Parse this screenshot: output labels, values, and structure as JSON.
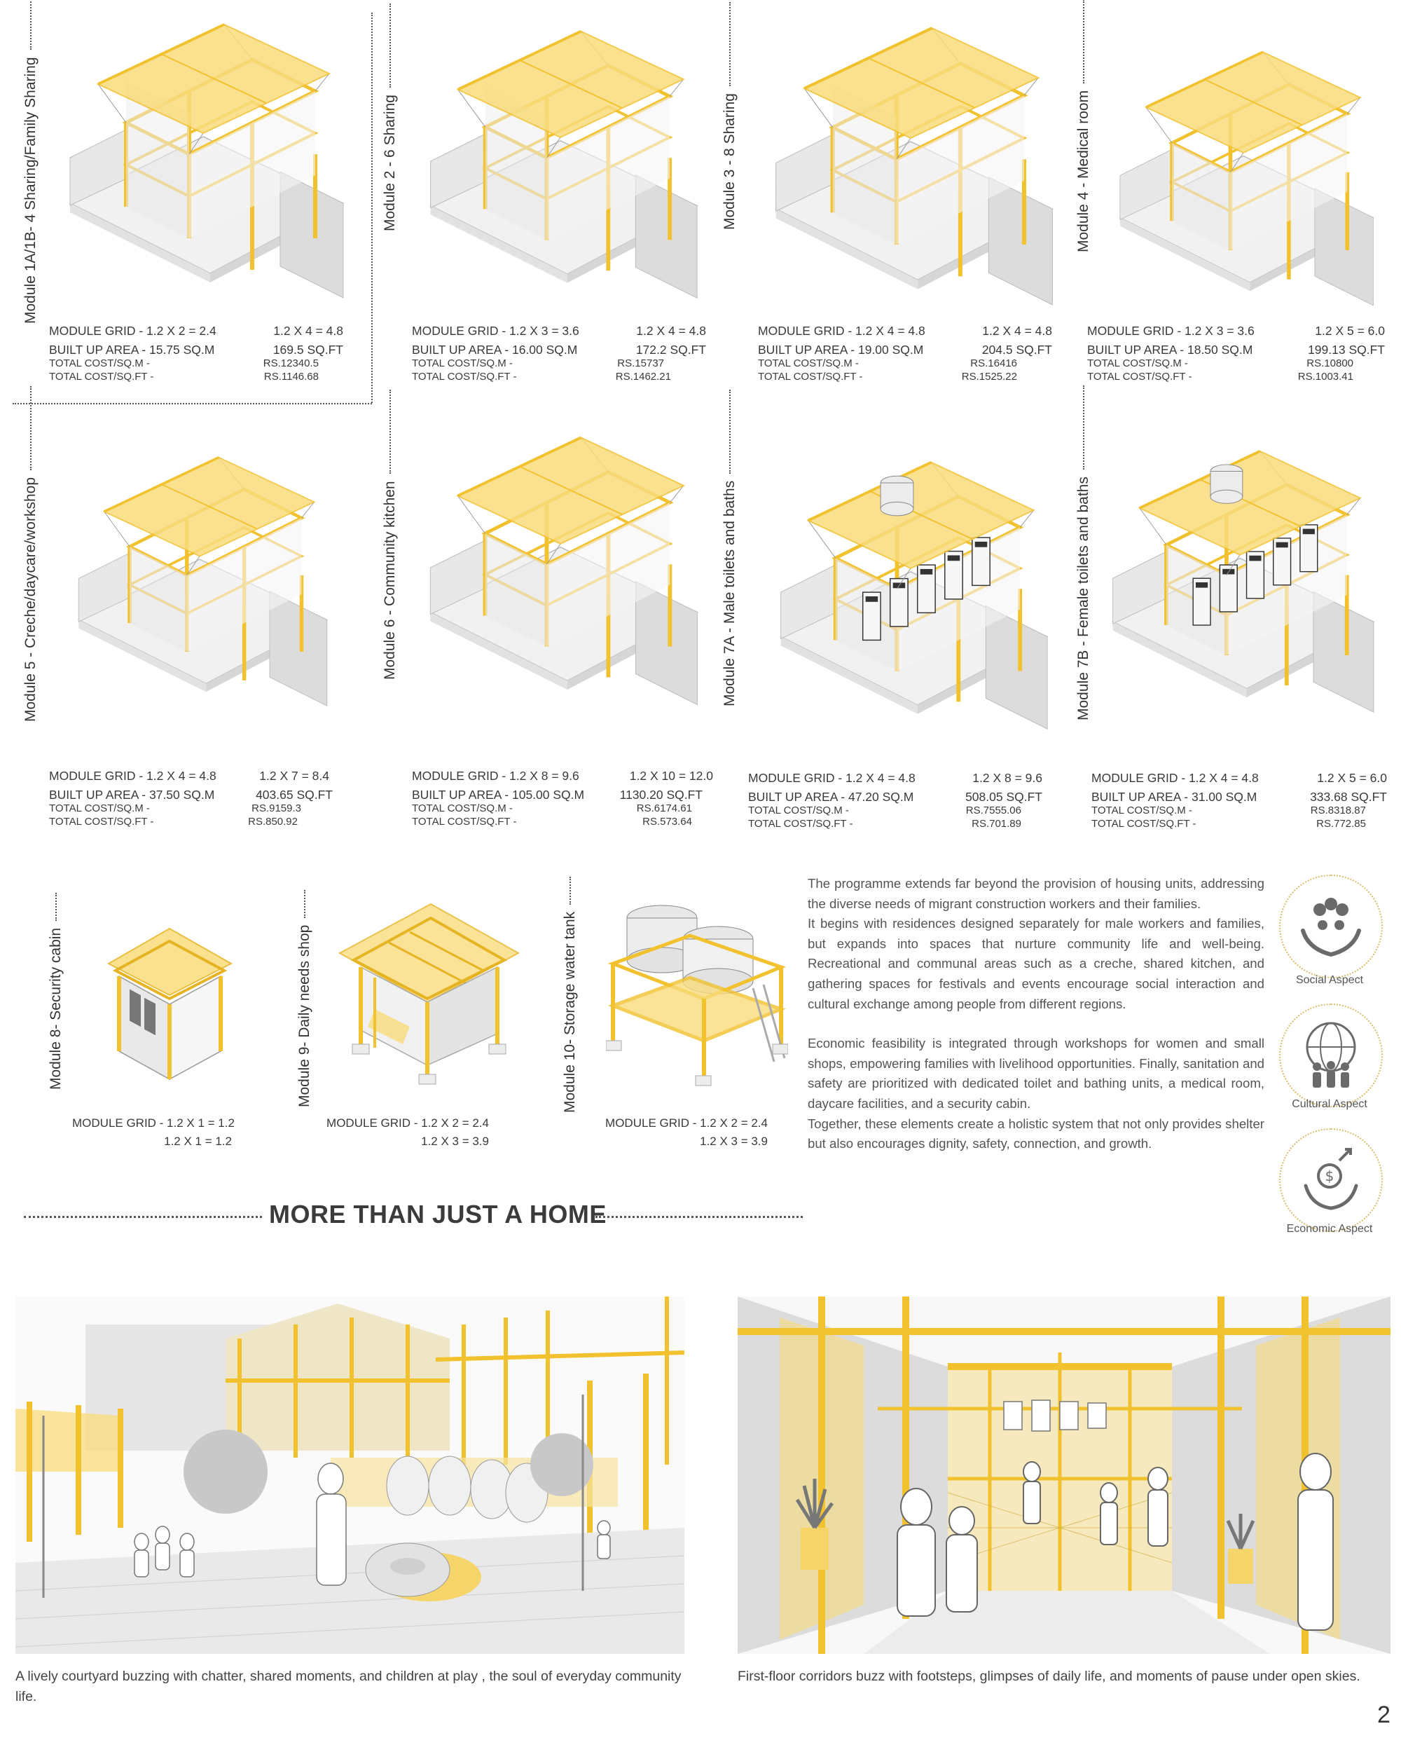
{
  "modules": [
    {
      "title": "Module 1A/1B- 4 Sharing/Family Sharing",
      "grid": "MODULE GRID - 1.2 X 2 = 2.4",
      "grid2": "1.2 X 4 = 4.8",
      "area": "BUILT UP AREA - 15.75 SQ.M",
      "area_sqft": "169.5 SQ.FT",
      "cost_sqm_label": "TOTAL COST/SQ.M -",
      "cost_sqm": "RS.12340.5",
      "cost_sqft_label": "TOTAL COST/SQ.FT -",
      "cost_sqft": "RS.1146.68"
    },
    {
      "title": "Module 2 - 6 Sharing",
      "grid": "MODULE GRID - 1.2 X 3 = 3.6",
      "grid2": "1.2 X 4 = 4.8",
      "area": "BUILT UP AREA - 16.00 SQ.M",
      "area_sqft": "172.2 SQ.FT",
      "cost_sqm_label": "TOTAL COST/SQ.M -",
      "cost_sqm": "RS.15737",
      "cost_sqft_label": "TOTAL COST/SQ.FT -",
      "cost_sqft": "RS.1462.21"
    },
    {
      "title": "Module 3 - 8 Sharing",
      "grid": "MODULE GRID - 1.2 X 4 = 4.8",
      "grid2": "1.2 X 4 = 4.8",
      "area": "BUILT UP AREA - 19.00 SQ.M",
      "area_sqft": "204.5 SQ.FT",
      "cost_sqm_label": "TOTAL COST/SQ.M -",
      "cost_sqm": "RS.16416",
      "cost_sqft_label": "TOTAL COST/SQ.FT -",
      "cost_sqft": "RS.1525.22"
    },
    {
      "title": "Module 4 - Medical room",
      "grid": "MODULE GRID - 1.2 X 3 = 3.6",
      "grid2": "1.2 X 5 = 6.0",
      "area": "BUILT UP AREA - 18.50 SQ.M",
      "area_sqft": "199.13 SQ.FT",
      "cost_sqm_label": "TOTAL COST/SQ.M -",
      "cost_sqm": "RS.10800",
      "cost_sqft_label": "TOTAL COST/SQ.FT -",
      "cost_sqft": "RS.1003.41"
    },
    {
      "title": "Module 5 - Creche/daycare/workshop",
      "grid": "MODULE GRID - 1.2 X 4 = 4.8",
      "grid2": "1.2 X 7 = 8.4",
      "area": "BUILT UP AREA - 37.50 SQ.M",
      "area_sqft": "403.65 SQ.FT",
      "cost_sqm_label": "TOTAL COST/SQ.M -",
      "cost_sqm": "RS.9159.3",
      "cost_sqft_label": "TOTAL COST/SQ.FT -",
      "cost_sqft": "RS.850.92"
    },
    {
      "title": "Module 6 - Community kitchen",
      "grid": "MODULE GRID - 1.2 X 8 = 9.6",
      "grid2": "1.2 X 10 = 12.0",
      "area": "BUILT UP AREA - 105.00 SQ.M",
      "area_sqft": "1130.20 SQ.FT",
      "cost_sqm_label": "TOTAL COST/SQ.M -",
      "cost_sqm": "RS.6174.61",
      "cost_sqft_label": "TOTAL COST/SQ.FT -",
      "cost_sqft": "RS.573.64"
    },
    {
      "title": "Module 7A - Male toilets and baths",
      "grid": "MODULE GRID - 1.2 X 4 = 4.8",
      "grid2": "1.2 X 8 = 9.6",
      "area": "BUILT UP AREA - 47.20 SQ.M",
      "area_sqft": "508.05 SQ.FT",
      "cost_sqm_label": "TOTAL COST/SQ.M -",
      "cost_sqm": "RS.7555.06",
      "cost_sqft_label": "TOTAL COST/SQ.FT -",
      "cost_sqft": "RS.701.89"
    },
    {
      "title": "Module 7B - Female toilets and baths",
      "grid": "MODULE GRID - 1.2 X 4 = 4.8",
      "grid2": "1.2 X 5 = 6.0",
      "area": "BUILT UP AREA - 31.00 SQ.M",
      "area_sqft": "333.68 SQ.FT",
      "cost_sqm_label": "TOTAL COST/SQ.M -",
      "cost_sqm": "RS.8318.87",
      "cost_sqft_label": "TOTAL COST/SQ.FT -",
      "cost_sqft": "RS.772.85"
    }
  ],
  "small_modules": [
    {
      "title": "Module 8- Security cabin",
      "grid": "MODULE GRID - 1.2 X 1 = 1.2",
      "grid2": "1.2 X 1 = 1.2"
    },
    {
      "title": "Module 9- Daily needs shop",
      "grid": "MODULE GRID - 1.2 X 2 = 2.4",
      "grid2": "1.2 X 3 = 3.9"
    },
    {
      "title": "Module 10- Storage water tank",
      "grid": "MODULE GRID - 1.2 X 2 = 2.4",
      "grid2": "1.2 X 3 = 3.9"
    }
  ],
  "description": {
    "p1": "The programme extends far beyond the provision of housing units, addressing the diverse needs of migrant construction workers and their families.",
    "p2": "It begins with residences designed separately for male workers and families, but expands into spaces that nurture community life and well-being. Recreational and communal areas such as a creche, shared kitchen, and gathering spaces for festivals and events encourage social interaction and cultural exchange among people from different regions.",
    "p3": "Economic feasibility is integrated through workshops for women and small shops, empowering families with livelihood opportunities. Finally, sanitation and safety are prioritized with dedicated toilet and bathing units, a medical room, daycare facilities, and a security cabin.",
    "p4": "Together, these elements create a holistic system that not only provides shelter but also encourages dignity, safety, connection, and growth."
  },
  "aspects": [
    {
      "label": "Social Aspect",
      "icon": "people-hands-icon"
    },
    {
      "label": "Cultural Aspect",
      "icon": "globe-people-icon"
    },
    {
      "label": "Economic Aspect",
      "icon": "money-growth-icon"
    }
  ],
  "heading": "MORE THAN JUST A HOME",
  "captions": {
    "left": "A lively courtyard buzzing with chatter, shared moments, and children at play , the soul of everyday community life.",
    "right": "First-floor corridors buzz with footsteps, glimpses of daily life, and moments of pause under open skies."
  },
  "page_number": "2",
  "colors": {
    "accent": "#f2c12e",
    "accent_light": "#f9dc7c",
    "line": "#555555",
    "grey": "#d4d4d4"
  }
}
